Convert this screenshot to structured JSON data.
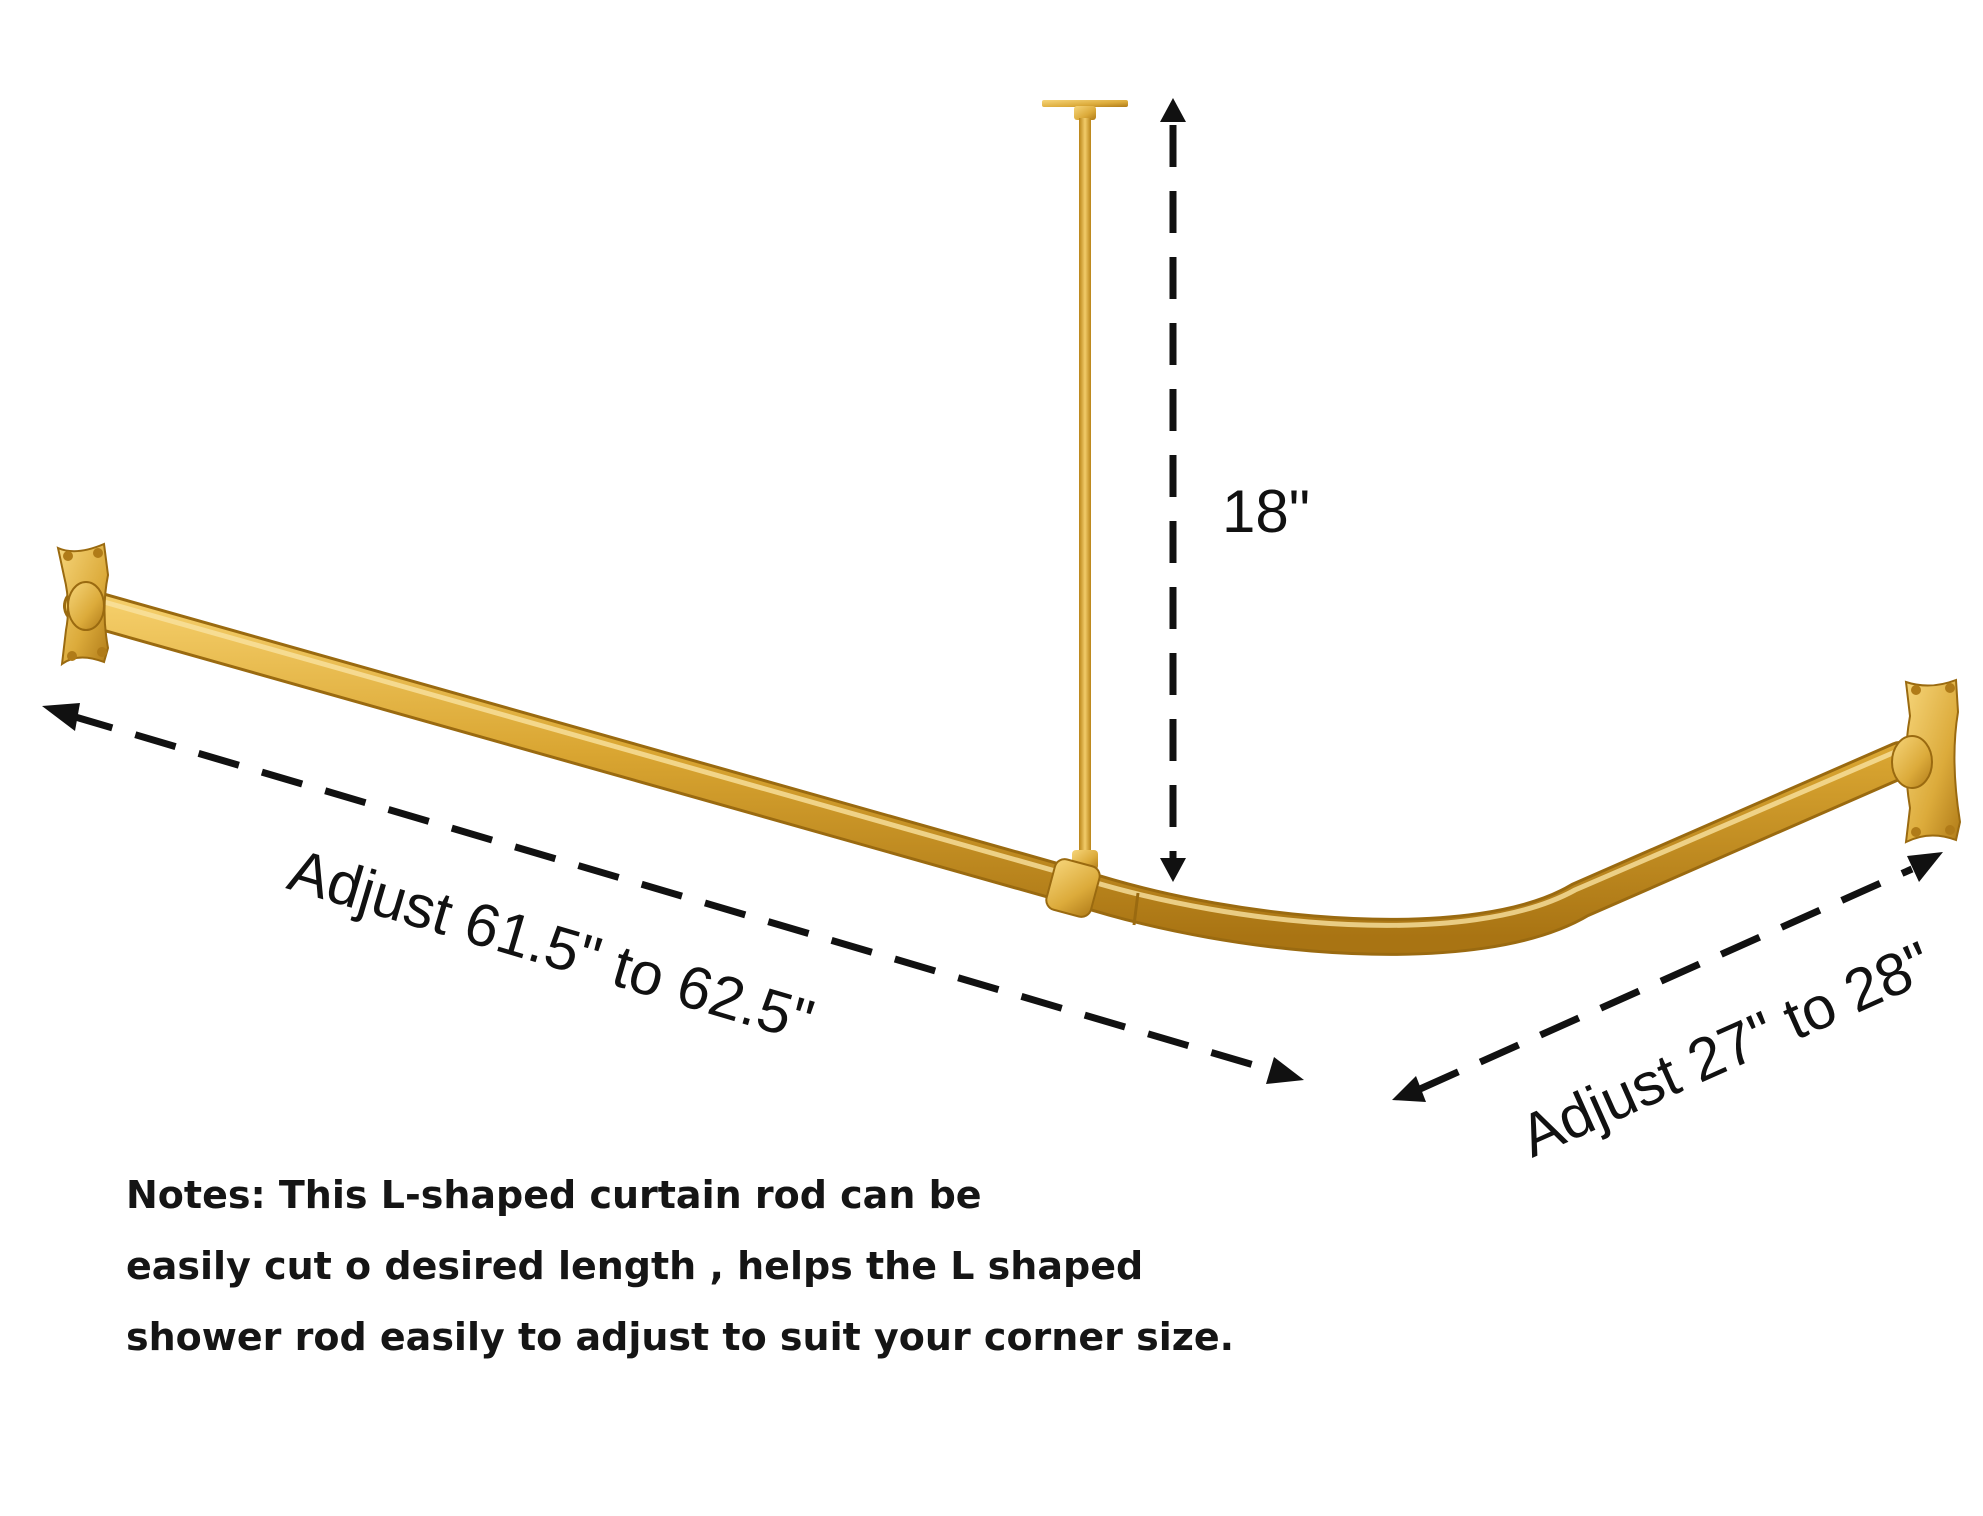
{
  "colors": {
    "brass_light": "#f4cd68",
    "brass_mid": "#d9a531",
    "brass_dark": "#a97413",
    "annotation": "#111111"
  },
  "dimensions": {
    "height_label": "18\"",
    "long_side_label": "Adjust 61.5\" to 62.5\"",
    "short_side_label": "Adjust 27\" to 28\""
  },
  "notes": {
    "line1": "Notes: This L-shaped curtain rod can be",
    "line2": "easily cut o desired length , helps the L shaped",
    "line3": "shower rod easily to adjust to suit your corner size."
  }
}
